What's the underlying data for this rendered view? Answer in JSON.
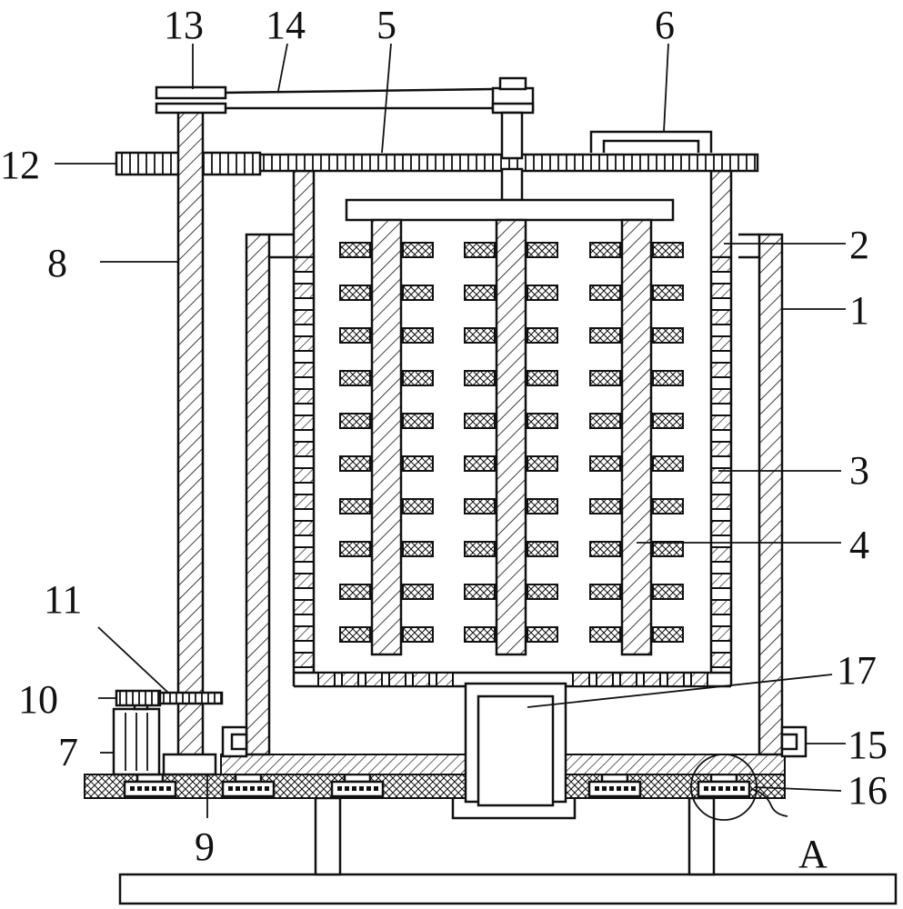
{
  "labels": {
    "l1": "1",
    "l2": "2",
    "l3": "3",
    "l4": "4",
    "l5": "5",
    "l6": "6",
    "l7": "7",
    "l8": "8",
    "l9": "9",
    "l10": "10",
    "l11": "11",
    "l12": "12",
    "l13": "13",
    "l14": "14",
    "l15": "15",
    "l16": "16",
    "l17": "17",
    "detail": "A"
  }
}
